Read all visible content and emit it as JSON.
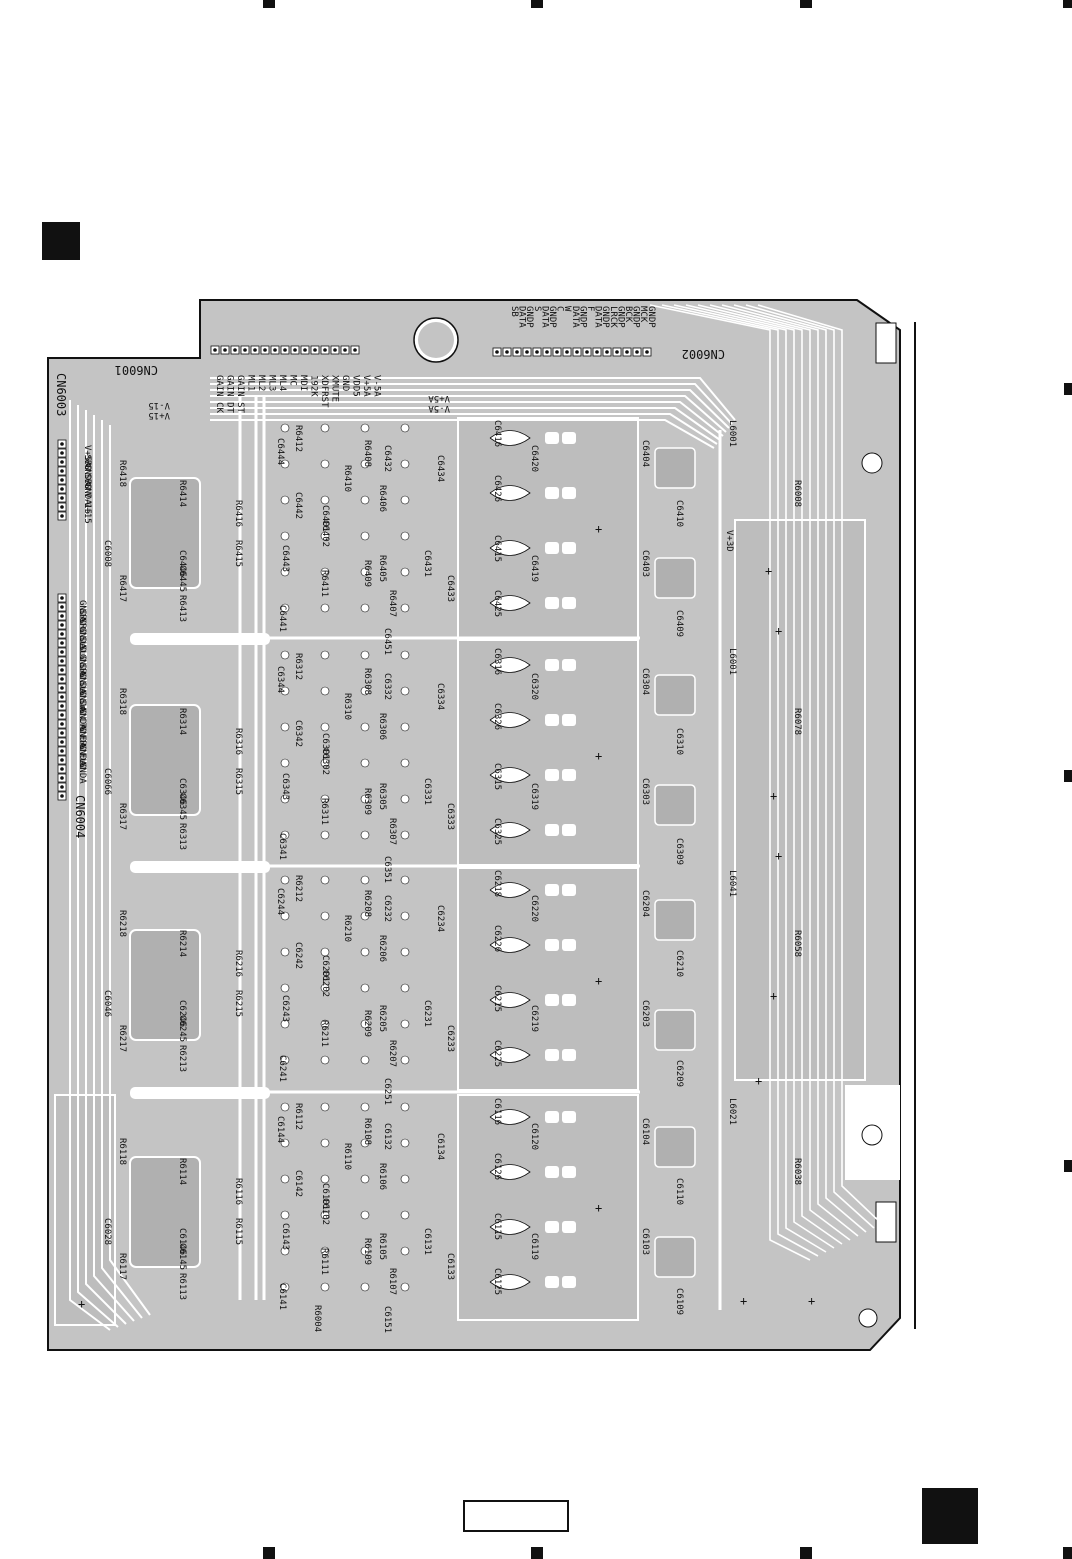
{
  "colors": {
    "board_fill": "#c4c4c4",
    "trace": "#ffffff",
    "outline": "#111111",
    "ink": "#111111"
  },
  "connectors": {
    "cn6001": "CN6001",
    "cn6002": "CN6002",
    "cn6003": "CN6003",
    "cn6004": "CN6004"
  },
  "pin_labels": {
    "cn6001": [
      "GAIN CK",
      "GAIN DT",
      "GAIN ST",
      "ML1",
      "ML2",
      "ML3",
      "ML4",
      "MC",
      "MDI",
      "192K",
      "XDFRST",
      "XMUTE",
      "GND",
      "VDD5",
      "V+5A",
      "V-5A"
    ],
    "cn6002": [
      "SB",
      "DATA",
      "GNDP",
      "S",
      "DATA",
      "GNDP",
      "C",
      "W",
      "DATA",
      "GNDP",
      "F",
      "DATA",
      "GNDP",
      "LRCK",
      "GNDP",
      "BCK",
      "GNDP",
      "MCK",
      "GNDP"
    ],
    "cn6003": [
      "V+5A",
      "SBO",
      "GNDA",
      "SBO",
      "GNDA",
      "V-15",
      "V+15"
    ],
    "cn6004": [
      "GNDA",
      "SRO",
      "SRO",
      "GNDA",
      "SLO",
      "SLO",
      "GNDA",
      "SRO",
      "GNDA",
      "SLO",
      "GNDA",
      "SWO",
      "GNDA",
      "CTO",
      "GNDA",
      "FRO",
      "GNDA",
      "FLO",
      "GNDA"
    ]
  },
  "rail_labels": {
    "vminus15": "V-15",
    "vplus15": "V+15",
    "vplus5a": "V+5A",
    "vminus5a": "V-5A",
    "vplus3d": "V+3D"
  },
  "channel_blocks": [
    {
      "id": "ch4",
      "refs": [
        "C6444",
        "C6442",
        "R6412",
        "R6408",
        "R6410",
        "C6432",
        "C6434",
        "R6406",
        "C6416",
        "C6420",
        "C6426",
        "C6404",
        "C6410",
        "L6001",
        "R6008",
        "C6402",
        "C6401",
        "C6443",
        "C6441",
        "R6411",
        "R6409",
        "R6405",
        "C6431",
        "C6433",
        "R6407",
        "C6415",
        "C6419",
        "C6425",
        "C6403",
        "C6409",
        "C6451",
        "R6416",
        "R6415",
        "R6414",
        "C6446",
        "C6445",
        "R6413",
        "R6418",
        "R6417",
        "C6008"
      ]
    },
    {
      "id": "ch3",
      "refs": [
        "C6344",
        "C6342",
        "R6312",
        "R6308",
        "R6310",
        "C6332",
        "C6334",
        "R6306",
        "C6316",
        "C6320",
        "C6326",
        "C6304",
        "C6310",
        "L6001",
        "R6078",
        "C6302",
        "C6301",
        "C6343",
        "C6341",
        "R6311",
        "R6309",
        "R6305",
        "C6331",
        "C6333",
        "R6307",
        "C6315",
        "C6319",
        "C6325",
        "C6303",
        "C6309",
        "C6351",
        "R6316",
        "R6315",
        "R6314",
        "C6346",
        "C6345",
        "R6313",
        "R6318",
        "R6317",
        "C6066"
      ]
    },
    {
      "id": "ch2",
      "refs": [
        "C6244",
        "C6242",
        "R6212",
        "R6208",
        "R6210",
        "C6232",
        "C6234",
        "R6206",
        "C6218",
        "C6220",
        "C6226",
        "C6204",
        "C6210",
        "L6041",
        "R6058",
        "C6202",
        "C6201",
        "C6243",
        "C6241",
        "R6211",
        "R6209",
        "R6205",
        "C6231",
        "C6233",
        "R6207",
        "C6215",
        "C6219",
        "C6225",
        "C6203",
        "C6209",
        "C6251",
        "R6216",
        "R6215",
        "R6214",
        "C6246",
        "C6245",
        "R6213",
        "R6218",
        "R6217",
        "C6046"
      ]
    },
    {
      "id": "ch1",
      "refs": [
        "C6144",
        "C6142",
        "R6112",
        "R6108",
        "R6110",
        "C6132",
        "C6134",
        "R6106",
        "C6116",
        "C6120",
        "C6126",
        "C6104",
        "C6110",
        "L6021",
        "R6038",
        "C6102",
        "C6101",
        "C6143",
        "C6141",
        "R6111",
        "R6109",
        "R6105",
        "C6131",
        "C6133",
        "R6107",
        "C6115",
        "C6119",
        "C6125",
        "C6103",
        "C6109",
        "C6151",
        "R6116",
        "R6115",
        "R6114",
        "C6146",
        "C6145",
        "R6113",
        "R6118",
        "R6117",
        "C6028",
        "R6004"
      ]
    }
  ]
}
